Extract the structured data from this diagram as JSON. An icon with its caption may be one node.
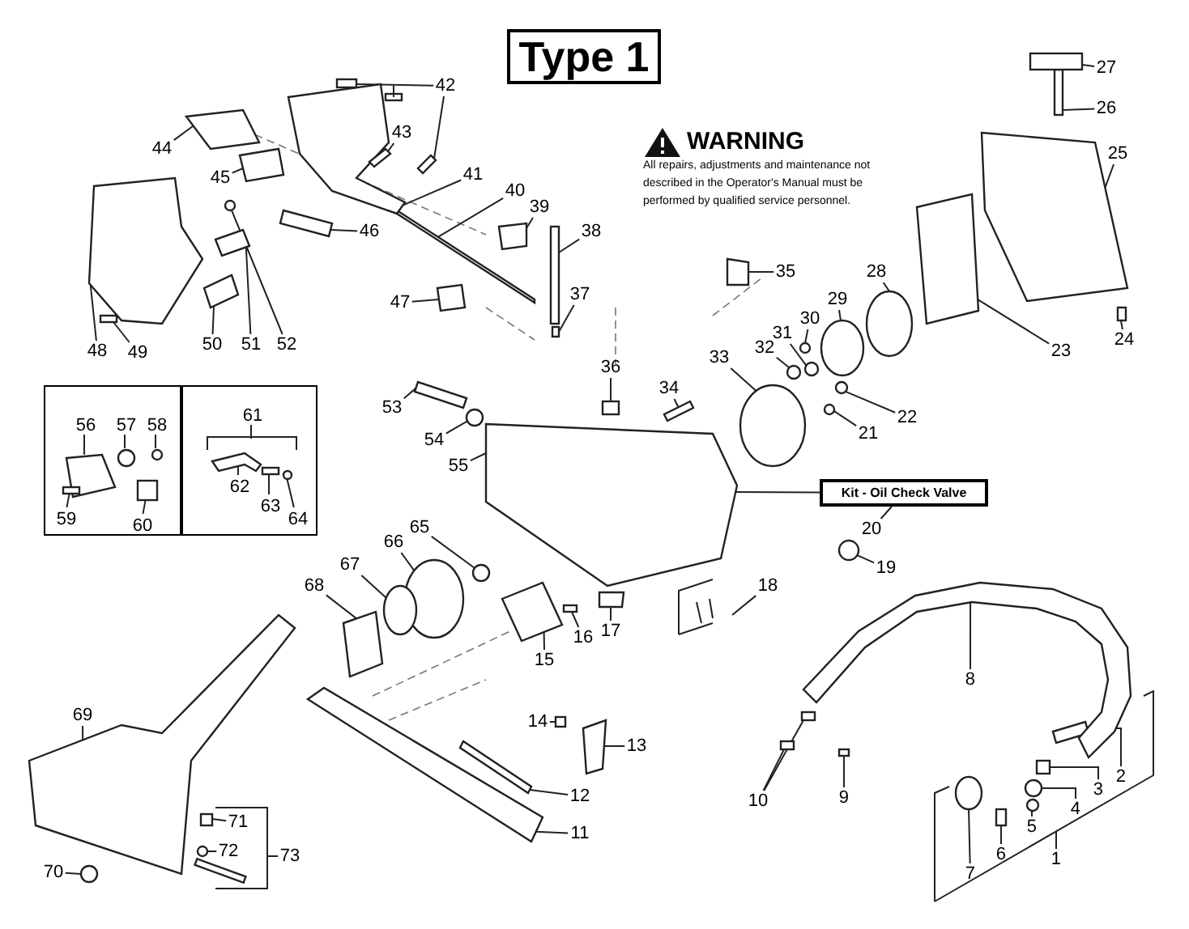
{
  "diagram": {
    "nodes": [
      {
        "text": [
          "Type 1"
        ]
      },
      {
        "text": [
          "Kit - Oil Check Valve"
        ]
      },
      {
        "text": [],
        "shape": "box"
      },
      {
        "text": [],
        "shape": "box"
      },
      {
        "text": [
          "1"
        ]
      },
      {
        "text": [
          "2"
        ]
      },
      {
        "text": [
          "3"
        ]
      },
      {
        "text": [
          "4"
        ]
      },
      {
        "text": [
          "5"
        ]
      },
      {
        "text": [
          "6"
        ]
      },
      {
        "text": [
          "7"
        ]
      },
      {
        "text": [
          "8"
        ]
      },
      {
        "text": [
          "9"
        ]
      },
      {
        "text": [
          "10"
        ]
      },
      {
        "text": [
          "11"
        ]
      },
      {
        "text": [
          "12"
        ]
      },
      {
        "text": [
          "13"
        ]
      },
      {
        "text": [
          "14"
        ]
      },
      {
        "text": [
          "15"
        ]
      },
      {
        "text": [
          "16"
        ]
      },
      {
        "text": [
          "17"
        ]
      },
      {
        "text": [
          "18"
        ]
      },
      {
        "text": [
          "19"
        ]
      },
      {
        "text": [
          "20"
        ]
      },
      {
        "text": [
          "21"
        ]
      },
      {
        "text": [
          "22"
        ]
      },
      {
        "text": [
          "23"
        ]
      },
      {
        "text": [
          "24"
        ]
      },
      {
        "text": [
          "25"
        ]
      },
      {
        "text": [
          "26"
        ]
      },
      {
        "text": [
          "27"
        ]
      },
      {
        "text": [
          "28"
        ]
      },
      {
        "text": [
          "29"
        ]
      },
      {
        "text": [
          "30"
        ]
      },
      {
        "text": [
          "31"
        ]
      },
      {
        "text": [
          "32"
        ]
      },
      {
        "text": [
          "33"
        ]
      },
      {
        "text": [
          "34"
        ]
      },
      {
        "text": [
          "35"
        ]
      },
      {
        "text": [
          "36"
        ]
      },
      {
        "text": [
          "37"
        ]
      },
      {
        "text": [
          "38"
        ]
      },
      {
        "text": [
          "39"
        ]
      },
      {
        "text": [
          "40"
        ]
      },
      {
        "text": [
          "41"
        ]
      },
      {
        "text": [
          "42"
        ]
      },
      {
        "text": [
          "43"
        ]
      },
      {
        "text": [
          "44"
        ]
      },
      {
        "text": [
          "45"
        ]
      },
      {
        "text": [
          "46"
        ]
      },
      {
        "text": [
          "47"
        ]
      },
      {
        "text": [
          "48"
        ]
      },
      {
        "text": [
          "49"
        ]
      },
      {
        "text": [
          "50"
        ]
      },
      {
        "text": [
          "51"
        ]
      },
      {
        "text": [
          "52"
        ]
      },
      {
        "text": [
          "53"
        ]
      },
      {
        "text": [
          "54"
        ]
      },
      {
        "text": [
          "55"
        ]
      },
      {
        "text": [
          "56"
        ],
        "in": 2
      },
      {
        "text": [
          "57"
        ],
        "in": 2
      },
      {
        "text": [
          "58"
        ],
        "in": 2
      },
      {
        "text": [
          "59"
        ],
        "in": 2
      },
      {
        "text": [
          "60"
        ],
        "in": 2
      },
      {
        "text": [
          "61"
        ],
        "in": 3
      },
      {
        "text": [
          "62"
        ],
        "in": 3
      },
      {
        "text": [
          "63"
        ],
        "in": 3
      },
      {
        "text": [
          "64"
        ],
        "in": 3
      },
      {
        "text": [
          "65"
        ]
      },
      {
        "text": [
          "66"
        ]
      },
      {
        "text": [
          "67"
        ]
      },
      {
        "text": [
          "68"
        ]
      },
      {
        "text": [
          "69"
        ]
      },
      {
        "text": [
          "70"
        ]
      },
      {
        "text": [
          "71"
        ]
      },
      {
        "text": [
          "72"
        ]
      },
      {
        "text": [
          "73"
        ]
      },
      {
        "text": [],
        "shape": "bar"
      },
      {
        "text": [],
        "shape": "box"
      },
      {
        "text": [],
        "shape": "circle"
      },
      {
        "text": [],
        "shape": "circle"
      },
      {
        "text": [],
        "shape": "box"
      },
      {
        "text": [],
        "shape": "circle"
      },
      {
        "text": [],
        "shape": "picture"
      },
      {
        "text": [],
        "shape": "box"
      },
      {
        "text": [],
        "shape": "box"
      },
      {
        "text": [],
        "shape": "box"
      },
      {
        "text": [],
        "shape": "bar"
      },
      {
        "text": [],
        "shape": "bar"
      },
      {
        "text": [],
        "shape": "bar"
      },
      {
        "text": [],
        "shape": "box"
      },
      {
        "text": [],
        "shape": "bar"
      },
      {
        "text": [],
        "shape": "box"
      },
      {
        "text": [],
        "shape": "bar"
      },
      {
        "text": [],
        "shape": "circle"
      },
      {
        "text": [],
        "shape": "picture"
      },
      {
        "text": [],
        "shape": "circle"
      },
      {
        "text": [],
        "shape": "circle"
      },
      {
        "text": [],
        "shape": "bar"
      },
      {
        "text": [],
        "shape": "box"
      },
      {
        "text": [],
        "shape": "picture"
      },
      {
        "text": [],
        "shape": "box"
      },
      {
        "text": [],
        "shape": "box"
      },
      {
        "text": [],
        "shape": "circle"
      },
      {
        "text": [],
        "shape": "circle"
      },
      {
        "text": [],
        "shape": "circle"
      },
      {
        "text": [],
        "shape": "circle"
      },
      {
        "text": [],
        "shape": "circle"
      },
      {
        "text": [],
        "shape": "circle"
      },
      {
        "text": [],
        "shape": "bar"
      },
      {
        "text": [],
        "shape": "bar"
      },
      {
        "text": [],
        "shape": "box"
      },
      {
        "text": [],
        "shape": "box"
      },
      {
        "text": [],
        "shape": "box"
      },
      {
        "text": [],
        "shape": "bar"
      },
      {
        "text": [],
        "shape": "bar"
      },
      {
        "text": [],
        "shape": "picture"
      },
      {
        "text": [],
        "shape": "box"
      },
      {
        "text": [],
        "shape": "bar"
      },
      {
        "text": [],
        "shape": "bar"
      },
      {
        "text": [],
        "shape": "bar"
      },
      {
        "text": [],
        "shape": "bar"
      },
      {
        "text": [],
        "shape": "bar"
      },
      {
        "text": [],
        "shape": "bar"
      },
      {
        "text": [],
        "shape": "picture"
      },
      {
        "text": [],
        "shape": "box"
      },
      {
        "text": [],
        "shape": "bar"
      },
      {
        "text": [],
        "shape": "bar"
      },
      {
        "text": [],
        "shape": "circle"
      },
      {
        "text": [],
        "shape": "bar"
      },
      {
        "text": [],
        "shape": "circle"
      },
      {
        "text": [],
        "shape": "picture",
        "in": 2
      },
      {
        "text": [],
        "shape": "circle",
        "in": 2
      },
      {
        "text": [],
        "shape": "circle",
        "in": 2
      },
      {
        "text": [],
        "shape": "box",
        "in": 2
      },
      {
        "text": [],
        "shape": "box",
        "in": 2
      },
      {
        "text": [],
        "shape": "picture",
        "in": 3
      },
      {
        "text": [],
        "shape": "box",
        "in": 3
      },
      {
        "text": [],
        "shape": "circle",
        "in": 3
      },
      {
        "text": [],
        "shape": "circle"
      },
      {
        "text": [],
        "shape": "circle"
      },
      {
        "text": [],
        "shape": "circle"
      },
      {
        "text": [],
        "shape": "bar"
      },
      {
        "text": [],
        "shape": "picture"
      },
      {
        "text": [],
        "shape": "circle"
      },
      {
        "text": [],
        "shape": "box"
      },
      {
        "text": [],
        "shape": "circle"
      }
    ],
    "edges": [
      {
        "from": 4,
        "to": null,
        "arrow": "none"
      },
      {
        "from": 5,
        "to": 77,
        "arrow": "none"
      },
      {
        "from": 6,
        "to": 78,
        "arrow": "none"
      },
      {
        "from": 7,
        "to": 79,
        "arrow": "none"
      },
      {
        "from": 8,
        "to": 80,
        "arrow": "none"
      },
      {
        "from": 9,
        "to": 81,
        "arrow": "none"
      },
      {
        "from": 10,
        "to": 82,
        "arrow": "none"
      },
      {
        "from": 11,
        "to": 83,
        "arrow": "none"
      },
      {
        "from": 12,
        "to": 84,
        "arrow": "none"
      },
      {
        "from": 13,
        "to": 85,
        "arrow": "none"
      },
      {
        "from": 13,
        "to": 86,
        "arrow": "none"
      },
      {
        "from": 14,
        "to": 87,
        "arrow": "none"
      },
      {
        "from": 15,
        "to": 88,
        "arrow": "none"
      },
      {
        "from": 16,
        "to": 89,
        "arrow": "none"
      },
      {
        "from": 17,
        "to": 90,
        "arrow": "none"
      },
      {
        "from": 18,
        "to": 91,
        "arrow": "none"
      },
      {
        "from": 19,
        "to": 92,
        "arrow": "none"
      },
      {
        "from": 20,
        "to": 93,
        "arrow": "none"
      },
      {
        "from": 21,
        "to": null,
        "arrow": "none"
      },
      {
        "from": 22,
        "to": 94,
        "arrow": "none"
      },
      {
        "from": 23,
        "to": 1,
        "arrow": "none"
      },
      {
        "from": 1,
        "to": 95,
        "arrow": "none"
      },
      {
        "from": 24,
        "to": 96,
        "arrow": "none"
      },
      {
        "from": 25,
        "to": 97,
        "arrow": "none"
      },
      {
        "from": 26,
        "to": 98,
        "arrow": "none"
      },
      {
        "from": 27,
        "to": 99,
        "arrow": "none"
      },
      {
        "from": 28,
        "to": 100,
        "arrow": "none"
      },
      {
        "from": 29,
        "to": 101,
        "arrow": "none"
      },
      {
        "from": 30,
        "to": 102,
        "arrow": "none"
      },
      {
        "from": 31,
        "to": 103,
        "arrow": "none"
      },
      {
        "from": 32,
        "to": 104,
        "arrow": "none"
      },
      {
        "from": 33,
        "to": 105,
        "arrow": "none"
      },
      {
        "from": 34,
        "to": 106,
        "arrow": "none"
      },
      {
        "from": 35,
        "to": 107,
        "arrow": "none"
      },
      {
        "from": 36,
        "to": 108,
        "arrow": "none"
      },
      {
        "from": 37,
        "to": 109,
        "arrow": "none"
      },
      {
        "from": 38,
        "to": 110,
        "arrow": "none"
      },
      {
        "from": 39,
        "to": 111,
        "arrow": "none"
      },
      {
        "from": 40,
        "to": 112,
        "arrow": "none"
      },
      {
        "from": 41,
        "to": 113,
        "arrow": "none"
      },
      {
        "from": 42,
        "to": 114,
        "arrow": "none"
      },
      {
        "from": 43,
        "to": 115,
        "arrow": "none"
      },
      {
        "from": 44,
        "to": 116,
        "arrow": "none"
      },
      {
        "from": 45,
        "to": 117,
        "arrow": "none"
      },
      {
        "from": 45,
        "to": 118,
        "arrow": "none"
      },
      {
        "from": 46,
        "to": 119,
        "arrow": "none"
      },
      {
        "from": 47,
        "to": 120,
        "arrow": "none"
      },
      {
        "from": 48,
        "to": 121,
        "arrow": "none"
      },
      {
        "from": 49,
        "to": 122,
        "arrow": "none"
      },
      {
        "from": 50,
        "to": 123,
        "arrow": "none"
      },
      {
        "from": 51,
        "to": 124,
        "arrow": "none"
      },
      {
        "from": 52,
        "to": 125,
        "arrow": "none"
      },
      {
        "from": 53,
        "to": 126,
        "arrow": "none"
      },
      {
        "from": 54,
        "to": 127,
        "arrow": "none"
      },
      {
        "from": 55,
        "to": 128,
        "arrow": "none"
      },
      {
        "from": 56,
        "to": 129,
        "arrow": "none"
      },
      {
        "from": 57,
        "to": 130,
        "arrow": "none"
      },
      {
        "from": 58,
        "to": 95,
        "arrow": "none"
      },
      {
        "from": 59,
        "to": 131,
        "arrow": "none"
      },
      {
        "from": 60,
        "to": 132,
        "arrow": "none"
      },
      {
        "from": 61,
        "to": 133,
        "arrow": "none"
      },
      {
        "from": 62,
        "to": 134,
        "arrow": "none"
      },
      {
        "from": 63,
        "to": 135,
        "arrow": "none"
      },
      {
        "from": 64,
        "to": null,
        "arrow": "none"
      },
      {
        "from": 65,
        "to": 136,
        "arrow": "none"
      },
      {
        "from": 66,
        "to": 137,
        "arrow": "none"
      },
      {
        "from": 67,
        "to": 138,
        "arrow": "none"
      },
      {
        "from": 68,
        "to": 139,
        "arrow": "none"
      },
      {
        "from": 69,
        "to": 140,
        "arrow": "none"
      },
      {
        "from": 70,
        "to": 141,
        "arrow": "none"
      },
      {
        "from": 71,
        "to": 142,
        "arrow": "none"
      },
      {
        "from": 72,
        "to": 143,
        "arrow": "none"
      },
      {
        "from": 73,
        "to": 144,
        "arrow": "none"
      },
      {
        "from": 74,
        "to": 145,
        "arrow": "none"
      },
      {
        "from": 75,
        "to": 146,
        "arrow": "none"
      },
      {
        "from": 76,
        "to": null,
        "arrow": "none"
      }
    ],
    "labels": [
      "WARNING",
      "All repairs, adjustments and maintenance not described in the Operator's Manual must be performed by qualified service personnel."
    ]
  }
}
